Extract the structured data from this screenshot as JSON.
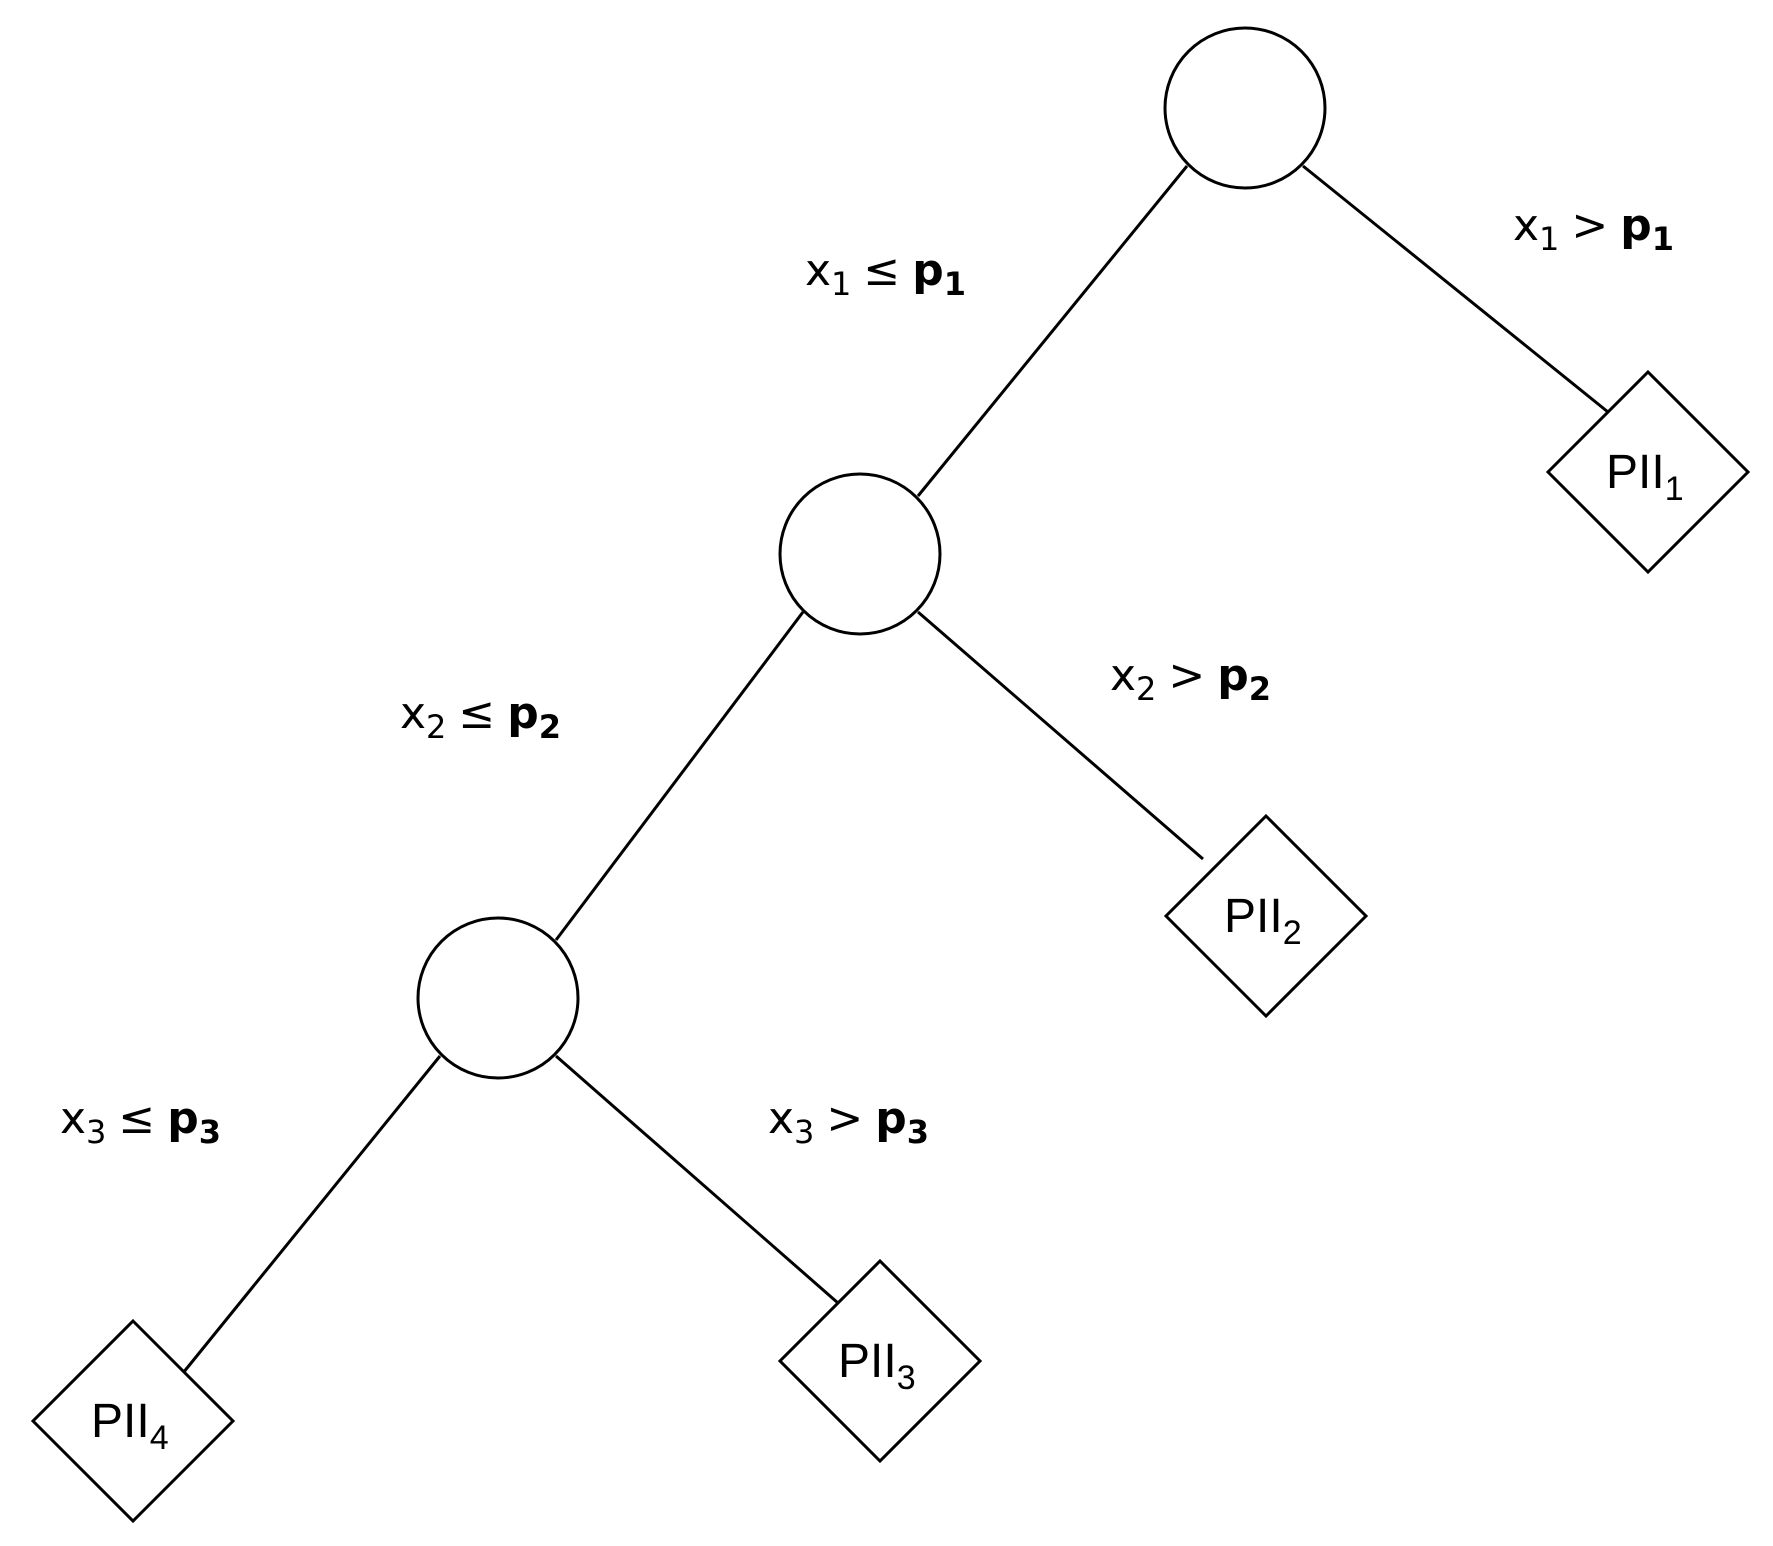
{
  "colors": {
    "stroke": "#000000",
    "background": "#ffffff"
  },
  "decision_nodes": [
    {
      "id": "root"
    },
    {
      "id": "n2"
    },
    {
      "id": "n3"
    }
  ],
  "edges": [
    {
      "var": "x",
      "sub": "1",
      "op": "≤",
      "param": "p",
      "psub": "1"
    },
    {
      "var": "x",
      "sub": "1",
      "op": ">",
      "param": "p",
      "psub": "1"
    },
    {
      "var": "x",
      "sub": "2",
      "op": "≤",
      "param": "p",
      "psub": "2"
    },
    {
      "var": "x",
      "sub": "2",
      "op": ">",
      "param": "p",
      "psub": "2"
    },
    {
      "var": "x",
      "sub": "3",
      "op": "≤",
      "param": "p",
      "psub": "3"
    },
    {
      "var": "x",
      "sub": "3",
      "op": ">",
      "param": "p",
      "psub": "3"
    }
  ],
  "leaves": [
    {
      "base": "PII",
      "sub": "1"
    },
    {
      "base": "PII",
      "sub": "2"
    },
    {
      "base": "PII",
      "sub": "3"
    },
    {
      "base": "PII",
      "sub": "4"
    }
  ]
}
